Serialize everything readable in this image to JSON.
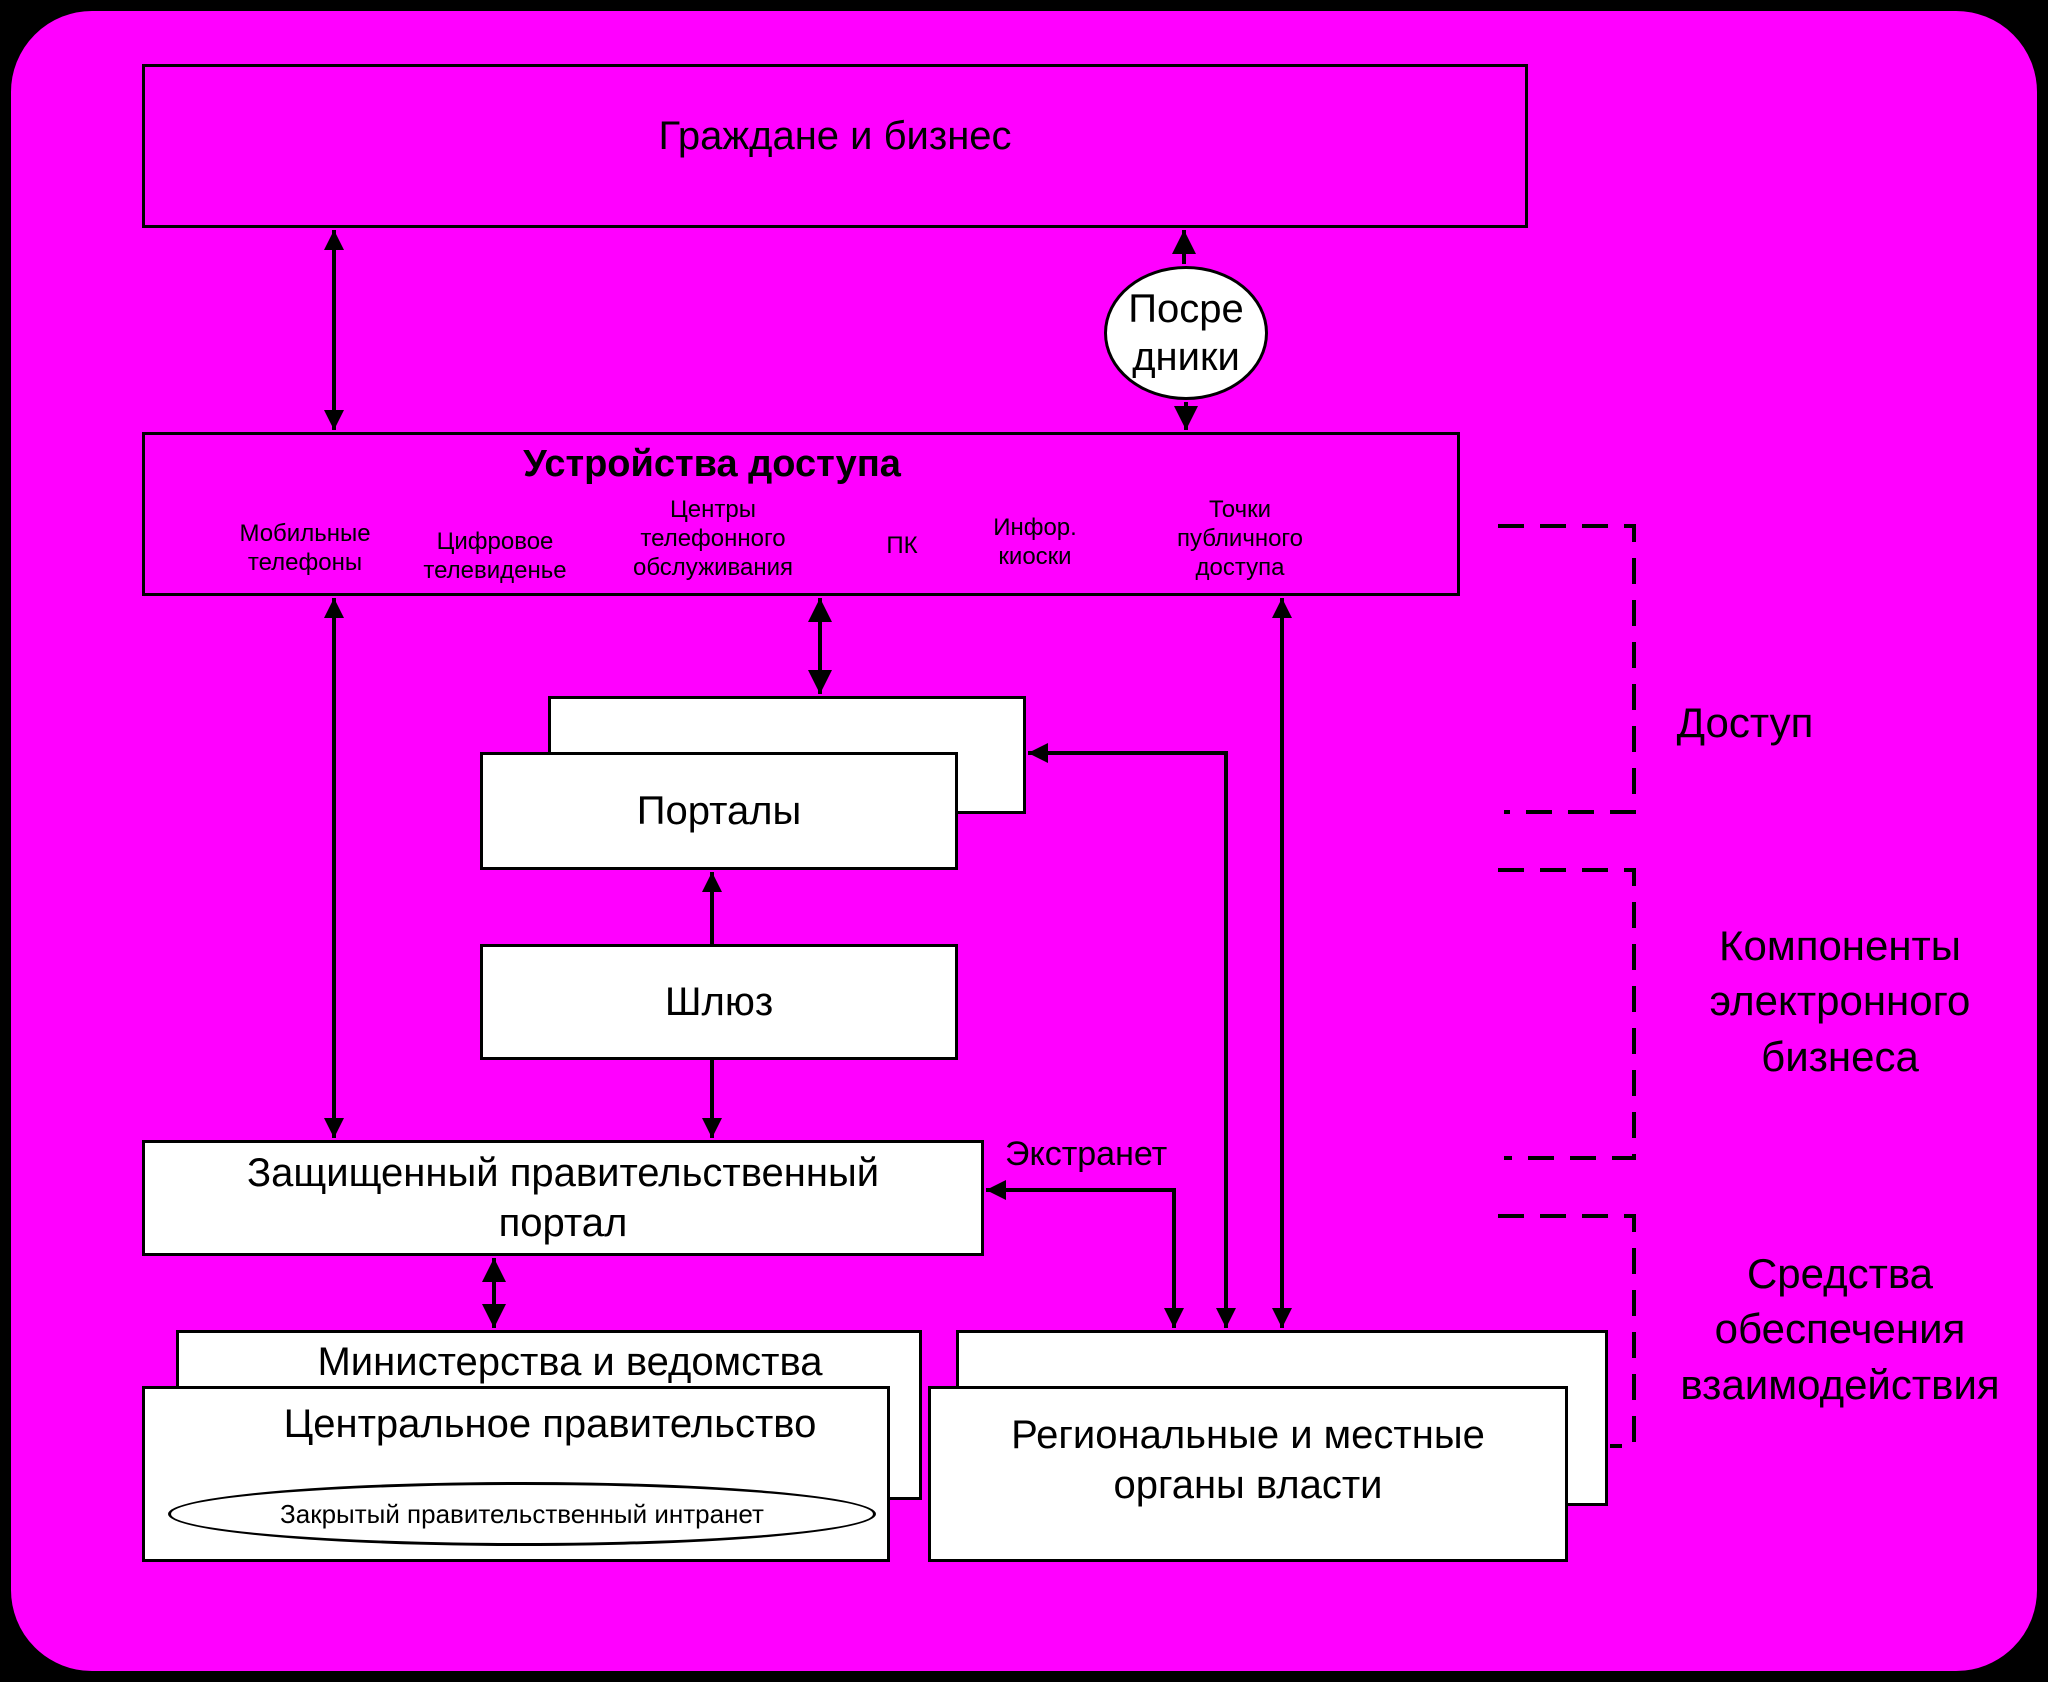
{
  "blocks": {
    "citizens": "Граждане и бизнес",
    "intermediaries": "Посре\nдники",
    "access_devices": {
      "title": "Устройства доступа",
      "items": [
        "Мобильные\nтелефоны",
        "Цифровое\nтелевиденье",
        "Центры\nтелефонного\nобслуживания",
        "ПК",
        "Инфор.\nкиоски",
        "Точки\nпубличного\nдоступа"
      ]
    },
    "portals": "Порталы",
    "gateway": "Шлюз",
    "secure_portal": "Защищенный правительственный\nпортал",
    "extranet": "Экстранет",
    "ministries": "Министерства и ведомства",
    "central_government": "Центральное правительство",
    "closed_intranet": "Закрытый правительственный интранет",
    "regional": "Региональные и местные\nорганы власти"
  },
  "side_labels": {
    "access": "Доступ",
    "components": "Компоненты\nэлектронного\nбизнеса",
    "interaction": "Средства\nобеспечения\nвзаимодействия"
  },
  "colors": {
    "background": "#ff00ff",
    "border": "#000000",
    "box_fill": "#ffffff"
  }
}
